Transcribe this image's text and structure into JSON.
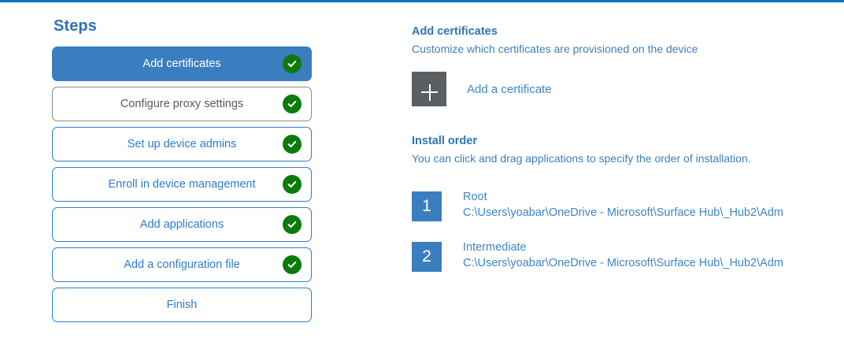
{
  "theme": {
    "accent_blue": "#0078c8",
    "step_active_blue": "#3a7ebf",
    "link_blue": "#3d85c8",
    "heading_blue": "#2e74b5",
    "check_green": "#0d7a0d",
    "tile_gray": "#5a5f63",
    "muted_gray": "#5a5a5a"
  },
  "steps": {
    "title": "Steps",
    "items": [
      {
        "label": "Add certificates",
        "state": "active",
        "completed": true
      },
      {
        "label": "Configure proxy settings",
        "state": "muted",
        "completed": true
      },
      {
        "label": "Set up device admins",
        "state": "default",
        "completed": true
      },
      {
        "label": "Enroll in device management",
        "state": "default",
        "completed": true
      },
      {
        "label": "Add applications",
        "state": "default",
        "completed": true
      },
      {
        "label": "Add a configuration file",
        "state": "default",
        "completed": true
      },
      {
        "label": "Finish",
        "state": "default",
        "completed": false
      }
    ]
  },
  "detail": {
    "certificates": {
      "heading": "Add certificates",
      "subtitle": "Customize which certificates are provisioned on the device",
      "add_link": "Add a certificate",
      "plus_icon": "plus-icon"
    },
    "install_order": {
      "heading": "Install order",
      "subtitle": "You can click and drag applications to specify the order of installation.",
      "items": [
        {
          "number": "1",
          "name": "Root",
          "path": "C:\\Users\\yoabar\\OneDrive - Microsoft\\Surface Hub\\_Hub2\\Adm"
        },
        {
          "number": "2",
          "name": "Intermediate",
          "path": "C:\\Users\\yoabar\\OneDrive - Microsoft\\Surface Hub\\_Hub2\\Adm"
        }
      ]
    }
  }
}
